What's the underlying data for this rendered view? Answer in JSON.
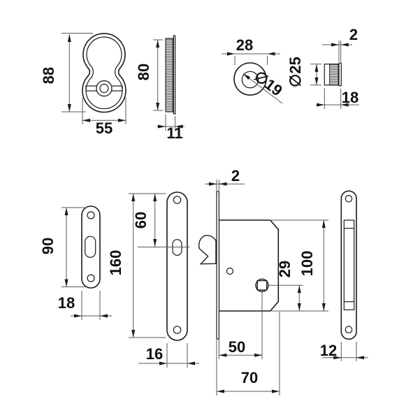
{
  "drawing": {
    "type": "technical-dimension-drawing",
    "subject": "sliding-door hook lock set with escutcheons, thumbturn, faceplates and strike plates",
    "colors": {
      "background": "#ffffff",
      "outline": "#1a1a1a",
      "dimension_lines": "#5a5a5a",
      "dimension_text": "#111111"
    }
  },
  "parts": {
    "escutcheon_front": {
      "title": "escutcheon front view",
      "label_height": "88",
      "label_width": "55"
    },
    "escutcheon_side": {
      "title": "escutcheon side view",
      "label_height": "80",
      "label_width": "11"
    },
    "thumbturn_knob": {
      "title": "thumbturn knob front view",
      "label_width": "28",
      "label_bore": "∅19"
    },
    "cylinder_side": {
      "title": "cylinder side view",
      "label_flange": "2",
      "label_diameter": "∅25",
      "label_depth": "18"
    },
    "strike_plate_small": {
      "title": "small strike plate",
      "label_length": "90",
      "label_width": "18"
    },
    "faceplate_long": {
      "title": "long faceplate",
      "label_length": "160",
      "label_slot_offset": "60",
      "label_width": "16"
    },
    "lock_body": {
      "title": "hook lock body",
      "label_faceplate_thickness": "2",
      "label_case_height": "100",
      "label_spindle_offset": "29",
      "label_backset": "50",
      "label_case_depth": "70"
    },
    "counter_plate": {
      "title": "counter / magnet plate",
      "label_width": "12"
    }
  }
}
